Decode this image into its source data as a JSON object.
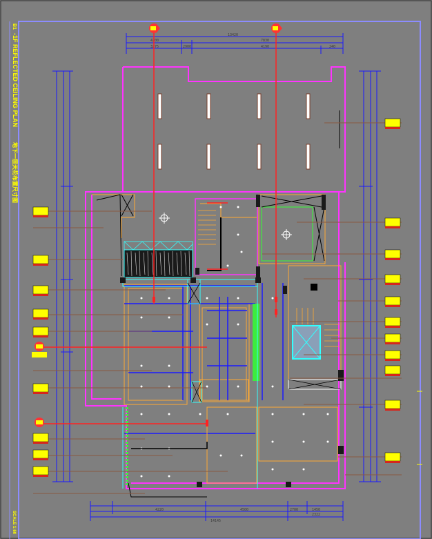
{
  "drawing": {
    "title_code": "B1",
    "title_en": "-1F REFLECTED CEILING PLAN",
    "title_cn": "地下一层天花布置尺寸图",
    "scale": "SCALE 1:60"
  },
  "dimensions": {
    "top_total": "13420",
    "top_left": "4200",
    "top_right": "7830",
    "top_sub_1": "3275",
    "top_sub_2": "2900",
    "top_sub_3": "4190",
    "top_sub_4": "240",
    "bottom_total": "14145",
    "bottom_1": "4220",
    "bottom_2": "4500",
    "bottom_3": "2700",
    "bottom_4": "2322",
    "bottom_5": "1450"
  },
  "colors": {
    "background": "#7f7f7f",
    "frame": "#8c8cff",
    "wall": "#ff33ff",
    "ceiling_zone": "#ffaa33",
    "cyan_outline": "#33ffff",
    "blue_grid": "#1a1aff",
    "section_line": "#ff2222",
    "dimension": "#1a1aff",
    "tag": "#ffff00"
  }
}
